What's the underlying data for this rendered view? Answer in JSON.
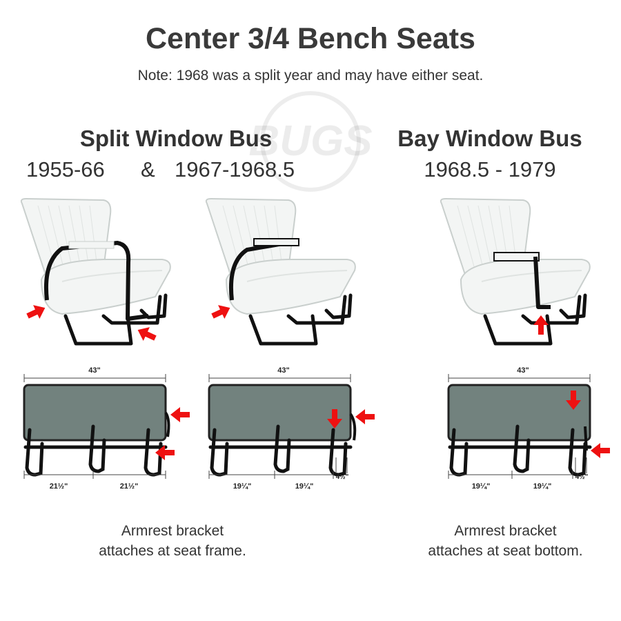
{
  "title": "Center 3/4 Bench Seats",
  "note": "Note: 1968 was a split year and may have either seat.",
  "split": {
    "heading": "Split Window Bus",
    "years_a": "1955-66",
    "amp": "&",
    "years_b": "1967-1968.5",
    "caption_line1": "Armrest bracket",
    "caption_line2": "attaches at seat frame."
  },
  "bay": {
    "heading": "Bay Window Bus",
    "years": "1968.5 - 1979",
    "caption_line1": "Armrest bracket",
    "caption_line2": "attaches at seat bottom."
  },
  "dimensions": {
    "seat1": {
      "width": "43\"",
      "left": "21½\"",
      "right": "21½\""
    },
    "seat2": {
      "width": "43\"",
      "left": "19¼\"",
      "right": "19¼\"",
      "offset": "4½\""
    },
    "seat3": {
      "width": "43\"",
      "left": "19¼\"",
      "right": "19¼\"",
      "offset": "4½\""
    }
  },
  "colors": {
    "seat_fill": "#f3f5f4",
    "seat_outline": "#c9cfcd",
    "seat_back_view": "#72827e",
    "frame": "#111111",
    "arrow": "#ee1111"
  },
  "watermark": {
    "text": "BUGS",
    "icon": "watermark-logo-icon"
  }
}
